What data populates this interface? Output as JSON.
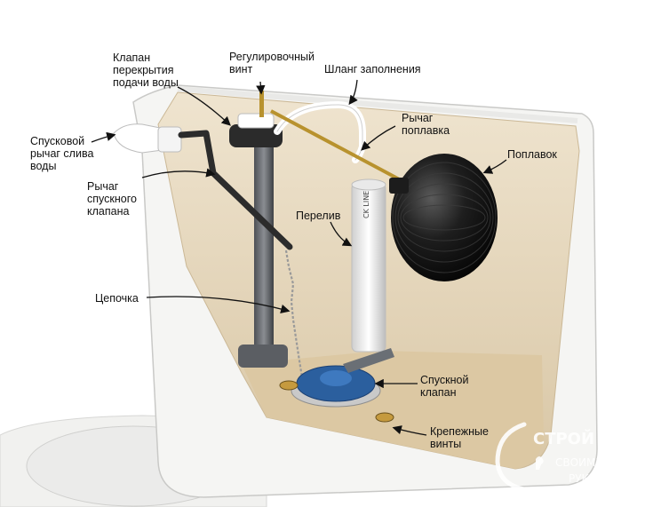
{
  "labels": {
    "valve": "Клапан\nперекрытия\nподачи воды",
    "screw": "Регулировочный\nвинт",
    "hose": "Шланг заполнения",
    "float_arm": "Рычаг\nпоплавка",
    "float": "Поплавок",
    "handle": "Спусковой\nрычаг слива\nводы",
    "flush_arm": "Рычаг\nспускного\nклапана",
    "overflow": "Перелив",
    "overflow_tube_text": "CK LINE",
    "chain": "Цепочка",
    "flapper": "Спускной\nклапан",
    "bolts": "Крепежные\nвинты"
  },
  "watermark": {
    "line1": "СТРОЙ",
    "line2": "СВОИМИ",
    "line3": "РУКАМИ"
  },
  "colors": {
    "tank_inner": "#e8dbc2",
    "tank_white": "#f4f4f2",
    "float_ball": "#161616",
    "flapper_blue": "#2b5f9e",
    "brass": "#b8922e",
    "valve_gray": "#6c6f74"
  }
}
